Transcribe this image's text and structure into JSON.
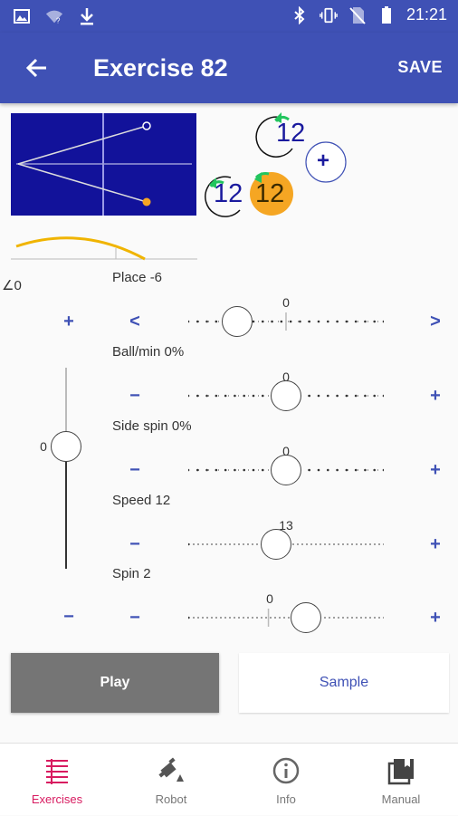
{
  "status_bar": {
    "time": "21:21",
    "left_icons": [
      "image-icon",
      "wifi-question-icon",
      "download-icon"
    ],
    "right_icons": [
      "bluetooth-icon",
      "vibrate-icon",
      "no-sim-icon",
      "battery-icon"
    ]
  },
  "app_bar": {
    "title": "Exercise 82",
    "save_label": "SAVE",
    "back_icon": "arrow-back-icon"
  },
  "preview": {
    "badge_top": "12",
    "badge_left": "12",
    "badge_selected": "12",
    "add_symbol": "+",
    "colors": {
      "field": "#12129a",
      "ball": "#f5a623",
      "arc": "#f0b400",
      "spin_arrow": "#22c55e"
    }
  },
  "height": {
    "angle_label": "∠0",
    "plus": "+",
    "minus": "−",
    "value": "0"
  },
  "sliders": [
    {
      "label": "Place -6",
      "value_text": "0",
      "left_control": "<",
      "right_control": ">",
      "level": 0.25
    },
    {
      "label": "Ball/min 0%",
      "value_text": "0",
      "left_control": "−",
      "right_control": "+",
      "level": 0.5
    },
    {
      "label": "Side spin 0%",
      "value_text": "0",
      "left_control": "−",
      "right_control": "+",
      "level": 0.5
    },
    {
      "label": "Speed 12",
      "value_text": "13",
      "left_control": "−",
      "right_control": "+",
      "level": 0.45
    },
    {
      "label": "Spin 2",
      "value_text": "0",
      "left_control": "−",
      "right_control": "+",
      "level": 0.6
    }
  ],
  "buttons": {
    "play": "Play",
    "sample": "Sample"
  },
  "bottom_nav": [
    {
      "label": "Exercises",
      "icon": "list-icon",
      "active": true
    },
    {
      "label": "Robot",
      "icon": "robot-icon",
      "active": false
    },
    {
      "label": "Info",
      "icon": "info-icon",
      "active": false
    },
    {
      "label": "Manual",
      "icon": "manual-icon",
      "active": false
    }
  ],
  "colors": {
    "primary": "#3f51b5",
    "accent": "#d81b60"
  }
}
